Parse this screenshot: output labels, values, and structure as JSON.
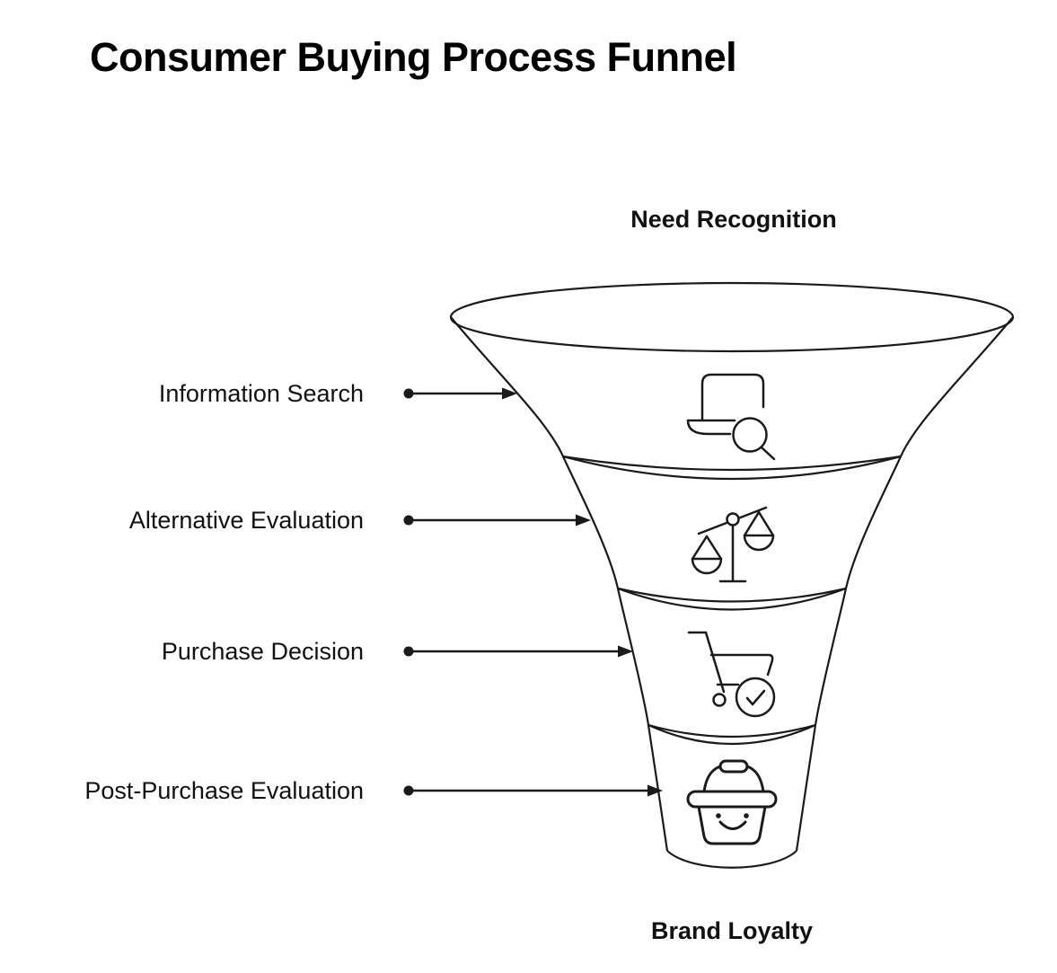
{
  "title": "Consumer Buying Process Funnel",
  "funnel": {
    "top_label": "Need Recognition",
    "bottom_label": "Brand Loyalty",
    "stages": [
      {
        "label": "Information Search",
        "icon": "laptop-search-icon"
      },
      {
        "label": "Alternative Evaluation",
        "icon": "balance-scale-icon"
      },
      {
        "label": "Purchase Decision",
        "icon": "cart-check-icon"
      },
      {
        "label": "Post-Purchase Evaluation",
        "icon": "basket-smile-icon"
      }
    ]
  },
  "colors": {
    "ink": "#1a1a1a",
    "text": "#111111",
    "background": "#ffffff"
  }
}
